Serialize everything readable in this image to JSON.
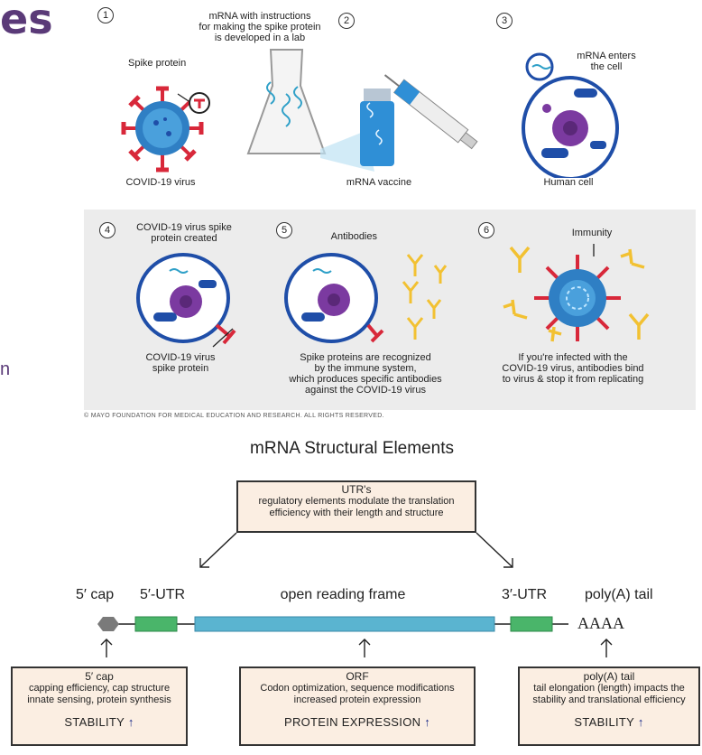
{
  "slide": {
    "title_fragment": "es",
    "side_mark": "n"
  },
  "colors": {
    "spike_red": "#d8283a",
    "virus_blue": "#2f7fc4",
    "cell_purple": "#7b3aa0",
    "nucleus_blue": "#1f4ea8",
    "antibody_yellow": "#f2c132",
    "title_purple": "#5a3a78",
    "box_fill": "#fbeee2",
    "orf_blue": "#5ab4d0",
    "utr_green": "#4ab56a",
    "arrow_blue": "#1a2a8a"
  },
  "steps": [
    {
      "number": "1",
      "label": "COVID-19 virus",
      "callout": "Spike protein"
    },
    {
      "number": "2",
      "label": "mRNA vaccine",
      "callout": "mRNA with instructions\nfor making the spike protein\nis developed in a lab"
    },
    {
      "number": "3",
      "label": "Human cell",
      "callout": "mRNA enters\nthe cell"
    },
    {
      "number": "4",
      "label": "COVID-19 virus\nspike protein",
      "callout": "COVID-19 virus spike\nprotein created"
    },
    {
      "number": "5",
      "label": "Spike proteins are recognized\nby the immune system,\nwhich produces specific antibodies\nagainst the COVID-19 virus",
      "callout": "Antibodies"
    },
    {
      "number": "6",
      "label": "If you're infected with the\nCOVID-19 virus, antibodies bind\nto virus & stop it from replicating",
      "callout": "Immunity"
    }
  ],
  "copyright": "© MAYO FOUNDATION FOR MEDICAL EDUCATION AND RESEARCH. ALL RIGHTS RESERVED.",
  "structure": {
    "title": "mRNA  Structural Elements",
    "utr_box": {
      "title": "UTR's",
      "body": "regulatory elements modulate the translation efficiency with their length and structure"
    },
    "segments": {
      "cap": "5′ cap",
      "utr5": "5′-UTR",
      "orf": "open reading frame",
      "utr3": "3′-UTR",
      "polya": "poly(A) tail",
      "aaaa": "AAAA"
    },
    "boxes": [
      {
        "title": "5′ cap",
        "body": "capping efficiency, cap structure\ninnate sensing, protein synthesis",
        "footer": "STABILITY",
        "arrow": "↑"
      },
      {
        "title": "ORF",
        "body": "Codon optimization, sequence modifications\nincreased protein expression",
        "footer": "PROTEIN EXPRESSION",
        "arrow": "↑"
      },
      {
        "title": "poly(A) tail",
        "body": "tail elongation (length) impacts the\nstability and translational efficiency",
        "footer": "STABILITY",
        "arrow": "↑"
      }
    ]
  }
}
